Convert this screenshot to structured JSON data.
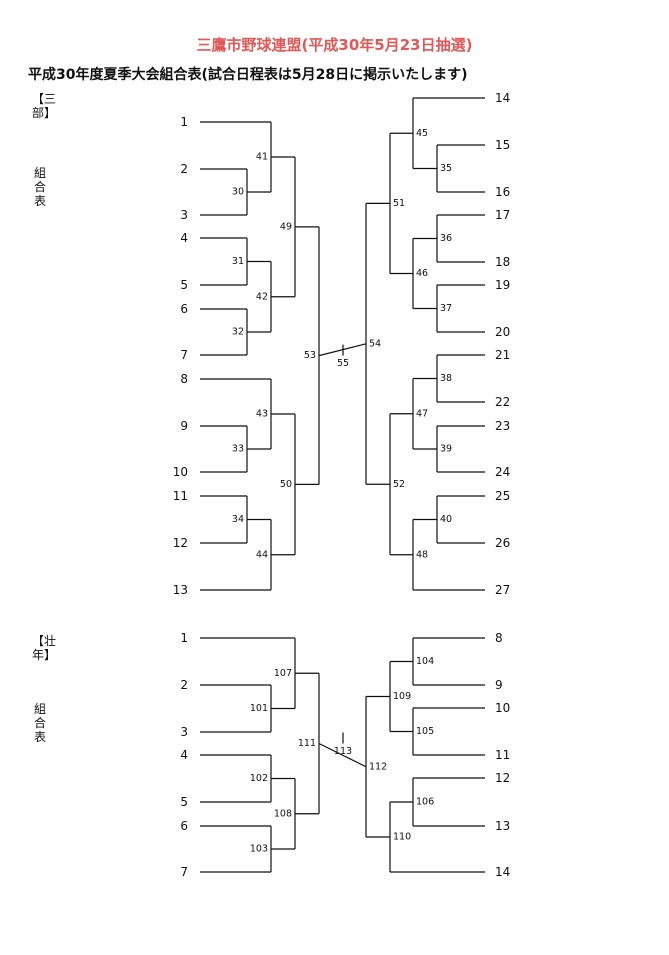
{
  "header": {
    "org_title": "三鷹市野球連盟(平成30年5月23日抽選)",
    "title_color": "#e05858",
    "subtitle": "平成30年度夏季大会組合表(試合日程表は5月28日に掲示いたします)"
  },
  "bracket1": {
    "label_top": "【三部】",
    "label_bottom": "組合表",
    "left_seeds": [
      "1",
      "2",
      "3",
      "4",
      "5",
      "6",
      "7",
      "8",
      "9",
      "10",
      "11",
      "12",
      "13"
    ],
    "right_seeds": [
      "14",
      "15",
      "16",
      "17",
      "18",
      "19",
      "20",
      "21",
      "22",
      "23",
      "24",
      "25",
      "26",
      "27"
    ],
    "match_numbers": [
      "30",
      "31",
      "32",
      "33",
      "34",
      "35",
      "36",
      "37",
      "38",
      "39",
      "40",
      "41",
      "42",
      "43",
      "44",
      "45",
      "46",
      "47",
      "48",
      "49",
      "50",
      "51",
      "52",
      "53",
      "54",
      "55"
    ]
  },
  "bracket2": {
    "label_top": "【壮年】",
    "label_bottom": "組合表",
    "left_seeds": [
      "1",
      "2",
      "3",
      "4",
      "5",
      "6",
      "7"
    ],
    "right_seeds": [
      "8",
      "9",
      "10",
      "11",
      "12",
      "13",
      "14"
    ],
    "match_numbers": [
      "101",
      "102",
      "103",
      "104",
      "105",
      "106",
      "107",
      "108",
      "109",
      "110",
      "111",
      "112",
      "113"
    ]
  }
}
